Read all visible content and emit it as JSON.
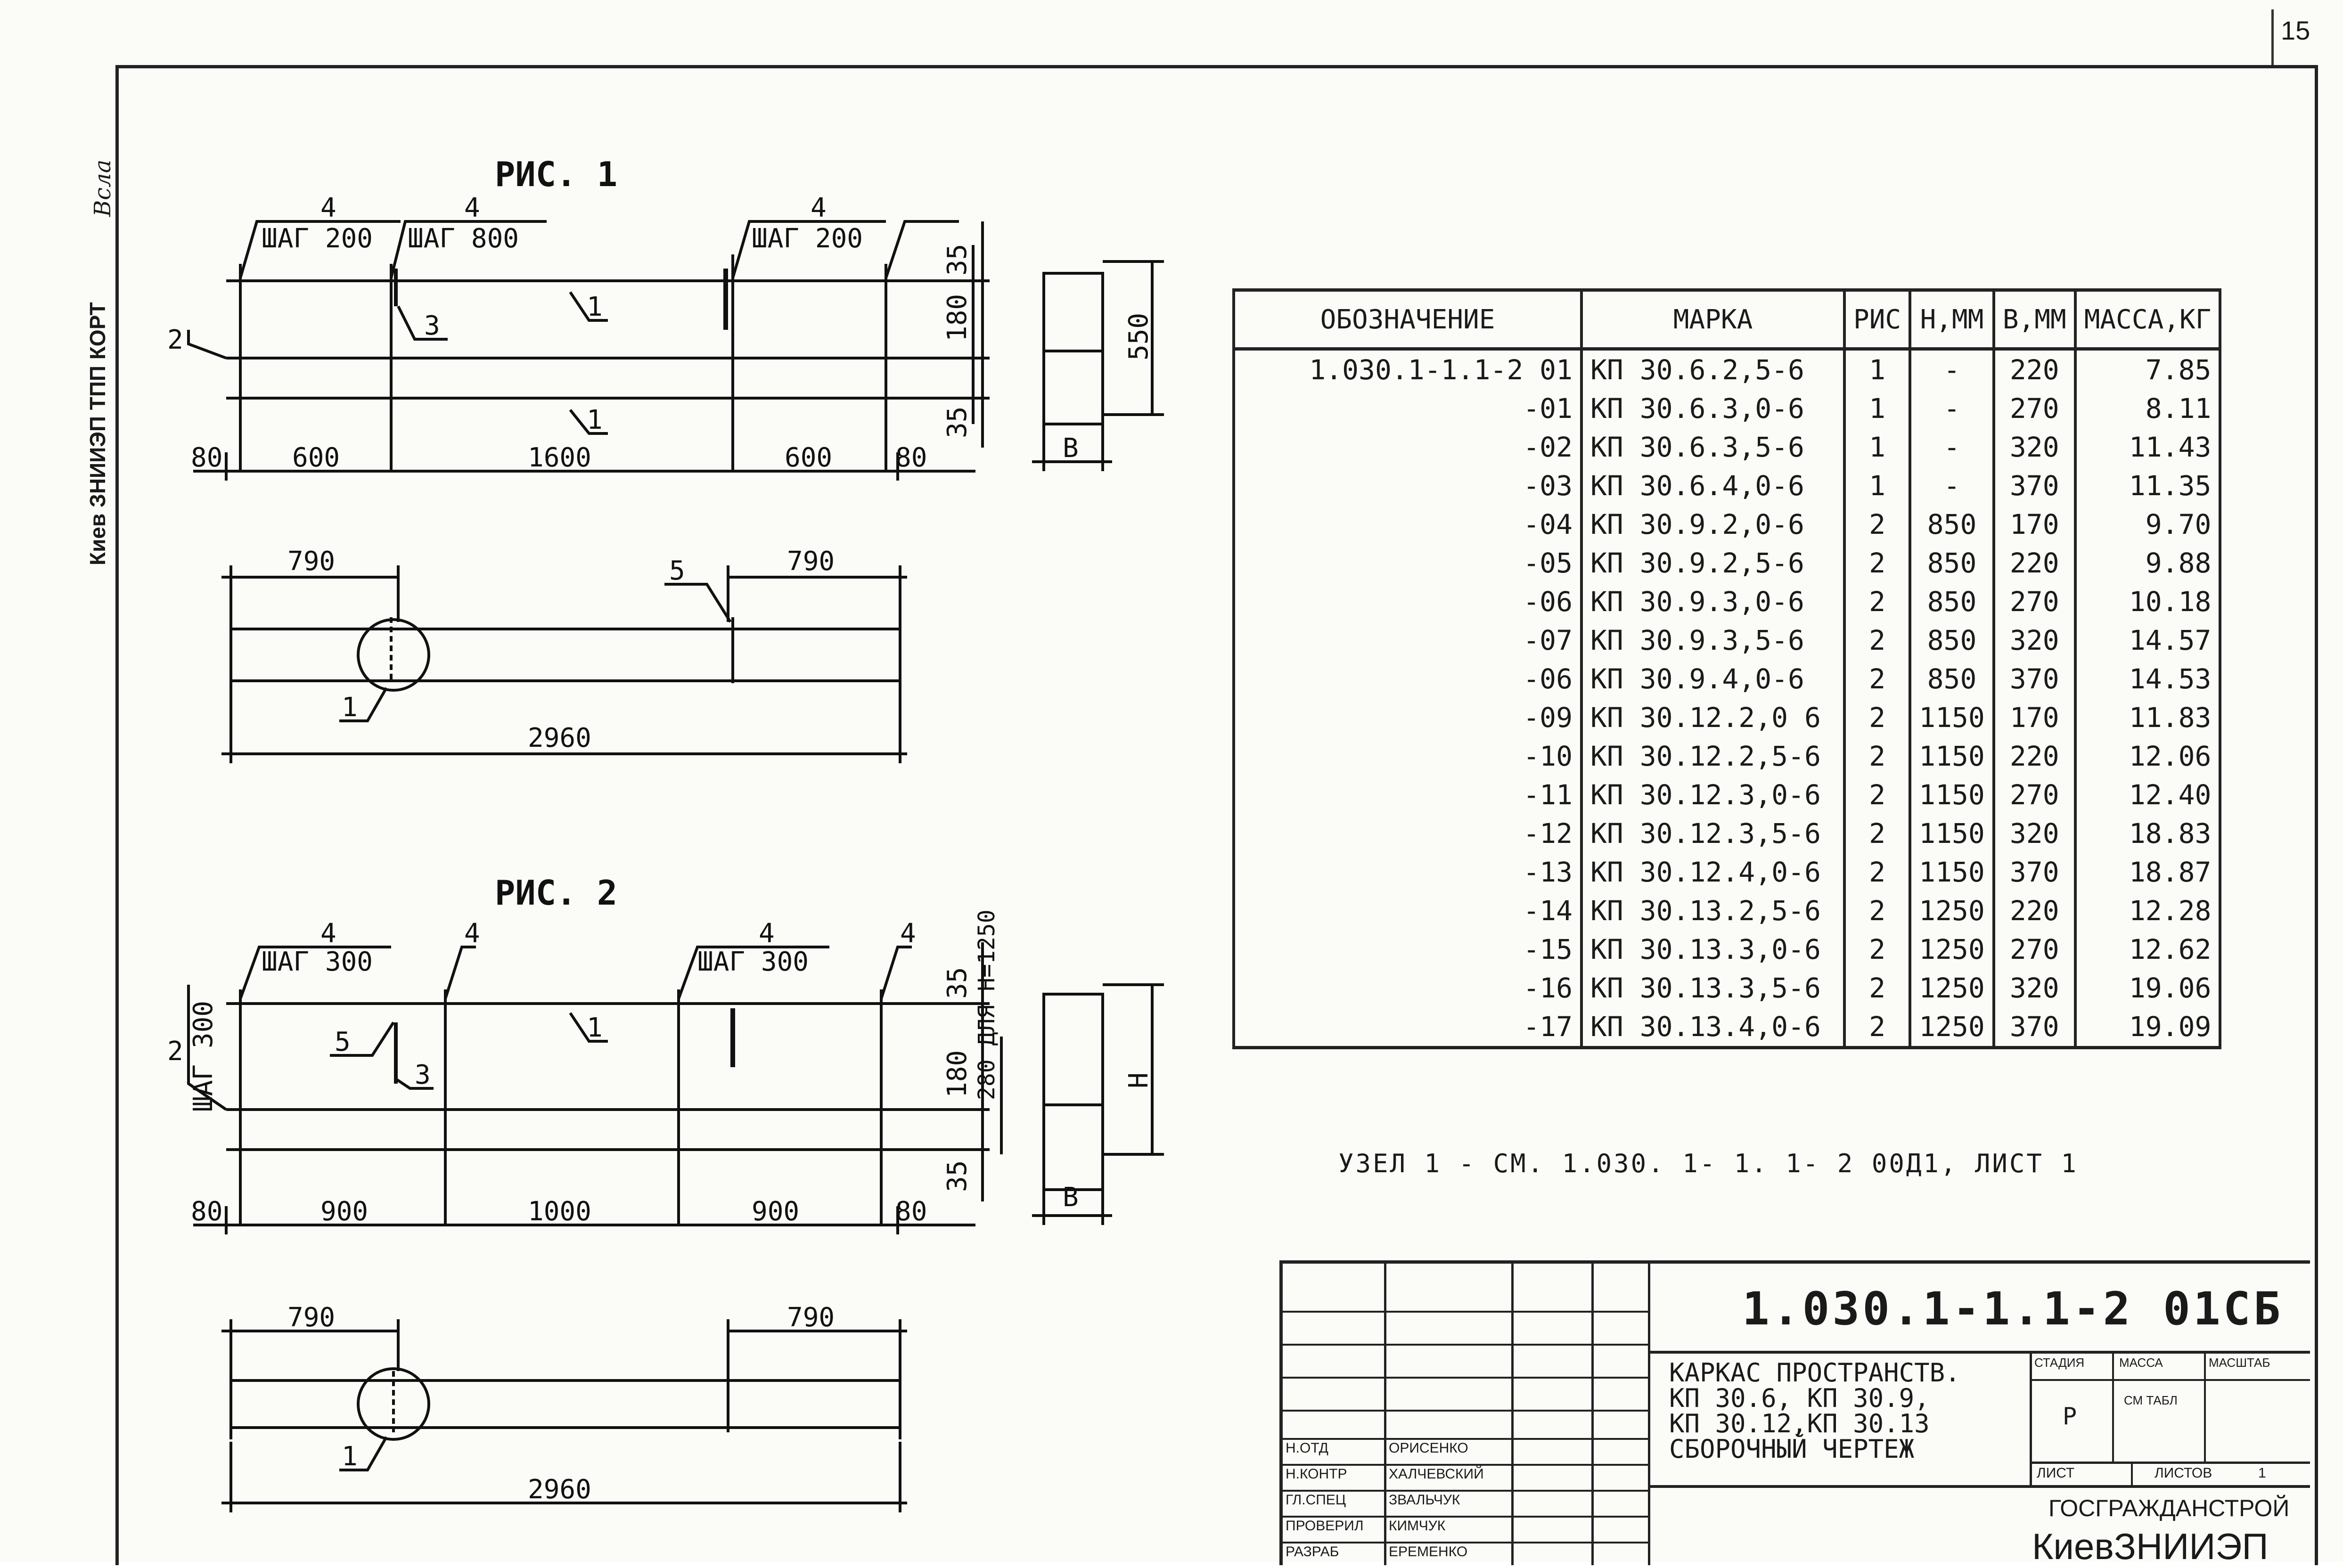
{
  "page_number": "15",
  "side_stamp": "Киев ЗНИИЭП   ТПП  КОРТ",
  "fig1": {
    "title": "РИС. 1",
    "dims": {
      "d80": "80",
      "d600a": "600",
      "d1600": "1600",
      "d600b": "600",
      "d80b": "80",
      "d35a": "35",
      "d180": "180",
      "d35b": "35",
      "d550": "550",
      "b": "B"
    },
    "labels": {
      "shag200a": "ШАГ 200",
      "shag800": "ШАГ 800",
      "shag200b": "ШАГ 200",
      "n4": "4",
      "n1": "1",
      "n2": "2",
      "n3": "3"
    },
    "plan": {
      "d790a": "790",
      "d790b": "790",
      "d2960": "2960",
      "n5": "5",
      "n1": "1"
    }
  },
  "fig2": {
    "title": "РИС. 2",
    "dims": {
      "d80": "80",
      "d900a": "900",
      "d1000": "1000",
      "d900b": "900",
      "d80b": "80",
      "d35a": "35",
      "d180": "180",
      "d280": "280 ДЛЯ Н=1250",
      "d35b": "35",
      "h": "H",
      "b": "B"
    },
    "labels": {
      "shag300a": "ШАГ 300",
      "shag300b": "ШАГ 300",
      "shag300c": "ШАГ 300",
      "n4": "4",
      "n1": "1",
      "n2": "2",
      "n3": "3",
      "n5": "5"
    },
    "plan": {
      "d790a": "790",
      "d790b": "790",
      "d2960": "2960",
      "n1": "1"
    }
  },
  "table": {
    "headers": [
      "ОБОЗНАЧЕНИЕ",
      "МАРКА",
      "РИС",
      "Н,ММ",
      "В,ММ",
      "МАССА,КГ"
    ],
    "rows": [
      [
        "1.030.1-1.1-2 01",
        "КП 30.6.2,5-6",
        "1",
        "-",
        "220",
        "7.85"
      ],
      [
        "-01",
        "КП 30.6.3,0-6",
        "1",
        "-",
        "270",
        "8.11"
      ],
      [
        "-02",
        "КП 30.6.3,5-6",
        "1",
        "-",
        "320",
        "11.43"
      ],
      [
        "-03",
        "КП 30.6.4,0-6",
        "1",
        "-",
        "370",
        "11.35"
      ],
      [
        "-04",
        "КП 30.9.2,0-6",
        "2",
        "850",
        "170",
        "9.70"
      ],
      [
        "-05",
        "КП 30.9.2,5-6",
        "2",
        "850",
        "220",
        "9.88"
      ],
      [
        "-06",
        "КП 30.9.3,0-6",
        "2",
        "850",
        "270",
        "10.18"
      ],
      [
        "-07",
        "КП 30.9.3,5-6",
        "2",
        "850",
        "320",
        "14.57"
      ],
      [
        "-06",
        "КП 30.9.4,0-6",
        "2",
        "850",
        "370",
        "14.53"
      ],
      [
        "-09",
        "КП 30.12.2,0 6",
        "2",
        "1150",
        "170",
        "11.83"
      ],
      [
        "-10",
        "КП 30.12.2,5-6",
        "2",
        "1150",
        "220",
        "12.06"
      ],
      [
        "-11",
        "КП 30.12.3,0-6",
        "2",
        "1150",
        "270",
        "12.40"
      ],
      [
        "-12",
        "КП 30.12.3,5-6",
        "2",
        "1150",
        "320",
        "18.83"
      ],
      [
        "-13",
        "КП 30.12.4,0-6",
        "2",
        "1150",
        "370",
        "18.87"
      ],
      [
        "-14",
        "КП 30.13.2,5-6",
        "2",
        "1250",
        "220",
        "12.28"
      ],
      [
        "-15",
        "КП 30.13.3,0-6",
        "2",
        "1250",
        "270",
        "12.62"
      ],
      [
        "-16",
        "КП 30.13.3,5-6",
        "2",
        "1250",
        "320",
        "19.06"
      ],
      [
        "-17",
        "КП 30.13.4,0-6",
        "2",
        "1250",
        "370",
        "19.09"
      ]
    ]
  },
  "note": "УЗЕЛ  1  -  СМ. 1.030. 1- 1. 1- 2   00Д1,  ЛИСТ  1",
  "title_block": {
    "code": "1.030.1-1.1-2 01СБ",
    "desc": [
      "КАРКАС ПРОСТРАНСТВ.",
      "КП 30.6, КП 30.9,",
      "КП 30.12,КП 30.13",
      "СБОРОЧНЫЙ ЧЕРТЕЖ"
    ],
    "stage_label": "СТАДИЯ",
    "mass_label": "МАССА",
    "scale_label": "МАСШТАБ",
    "stage": "Р",
    "mass": "СМ ТАБЛ",
    "sheet_label": "ЛИСТ",
    "sheets_label": "ЛИСТОВ",
    "sheets": "1",
    "org1": "ГОСГРАЖДАНСТРОЙ",
    "org2": "КиевЗНИИЭП",
    "roles": [
      "Н.ОТД",
      "Н.КОНТР",
      "ГЛ.СПЕЦ",
      "ПРОВЕРИЛ",
      "РАЗРАБ"
    ],
    "names": [
      "ОРИСЕНКО",
      "ХАЛЧЕВСКИЙ",
      "ЗВАЛЬЧУК",
      "КИМЧУК",
      "ЕРЕМЕНКО"
    ]
  }
}
